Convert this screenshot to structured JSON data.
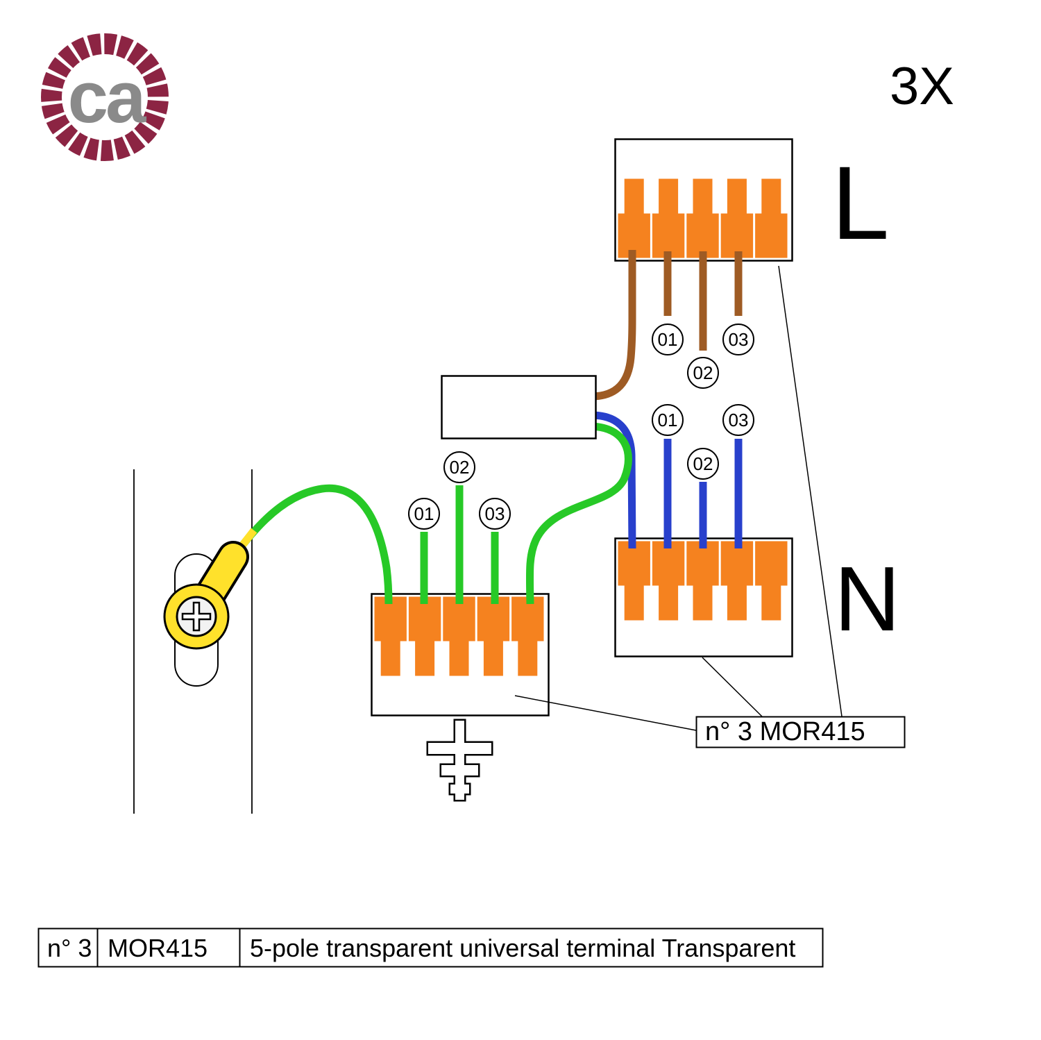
{
  "logo": {
    "text": "ca"
  },
  "annotations": {
    "multiplier": "3X",
    "line_label": "L",
    "neutral_label": "N",
    "callout": "n° 3 MOR415"
  },
  "wire_labels": {
    "line": [
      "01",
      "02",
      "03"
    ],
    "neutral": [
      "01",
      "02",
      "03"
    ],
    "earth": [
      "01",
      "02",
      "03"
    ]
  },
  "colors": {
    "terminal_orange": "#F5821F",
    "wire_brown": "#9E5B24",
    "wire_blue": "#2840CC",
    "wire_green": "#27C927",
    "lug_yellow": "#FFE12B",
    "logo_maroon": "#8C2443",
    "logo_gray": "#8A8A8A"
  },
  "table": {
    "quantity": "n° 3",
    "code": "MOR415",
    "description": "5-pole transparent universal terminal Transparent"
  }
}
